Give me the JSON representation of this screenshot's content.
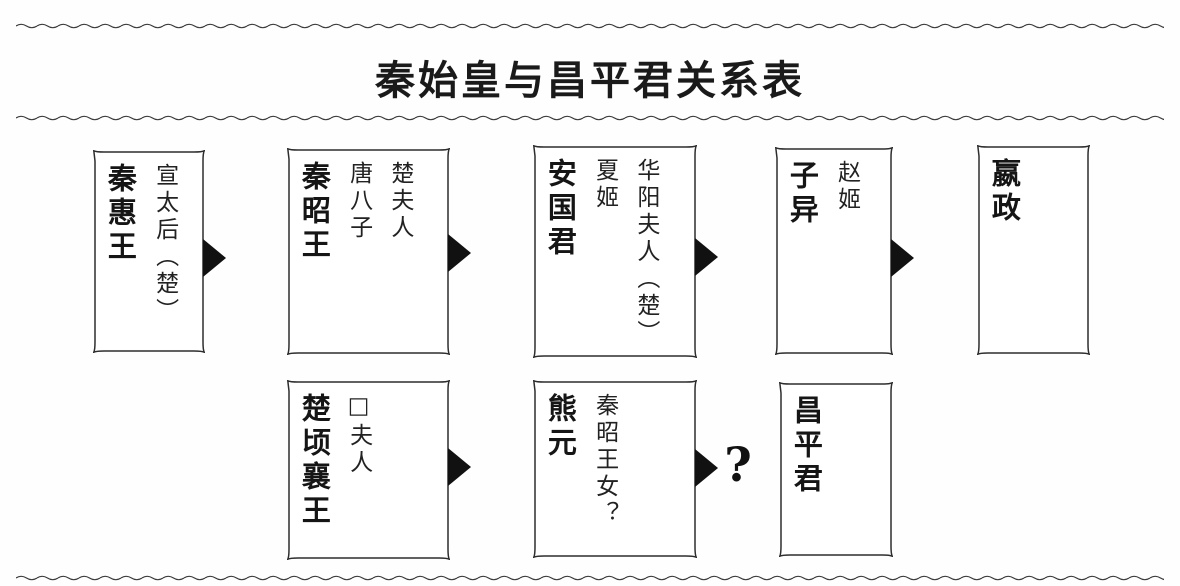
{
  "title": "秦始皇与昌平君关系表",
  "colors": {
    "ink": "#1c1c1c",
    "paper": "#ffffff",
    "arrow": "#111111"
  },
  "icons": {
    "arrow": "filled-right-triangle",
    "divider": "wavy-line"
  },
  "uncertain_link_label": "?",
  "boxes": [
    {
      "name": "秦惠王",
      "spouses": [
        "宣太后（楚）"
      ]
    },
    {
      "name": "秦昭王",
      "spouses": [
        "唐八子",
        "楚夫人"
      ]
    },
    {
      "name": "安国君",
      "spouses": [
        "夏姬",
        "华阳夫人（楚）"
      ]
    },
    {
      "name": "子异",
      "spouses": [
        "赵姬"
      ]
    },
    {
      "name": "嬴政",
      "spouses": []
    },
    {
      "name": "楚顷襄王",
      "spouses": [
        "□夫人"
      ]
    },
    {
      "name": "熊元",
      "spouses": [
        "秦昭王女？"
      ]
    },
    {
      "name": "昌平君",
      "spouses": []
    }
  ],
  "links": [
    {
      "from": "秦惠王",
      "to": "秦昭王",
      "type": "arrow"
    },
    {
      "from": "秦昭王",
      "to": "安国君",
      "type": "arrow"
    },
    {
      "from": "安国君",
      "to": "子异",
      "type": "arrow"
    },
    {
      "from": "子异",
      "to": "嬴政",
      "type": "arrow"
    },
    {
      "from": "楚顷襄王",
      "to": "熊元",
      "type": "arrow"
    },
    {
      "from": "熊元",
      "to": "昌平君",
      "type": "arrow",
      "uncertain": "?"
    }
  ]
}
